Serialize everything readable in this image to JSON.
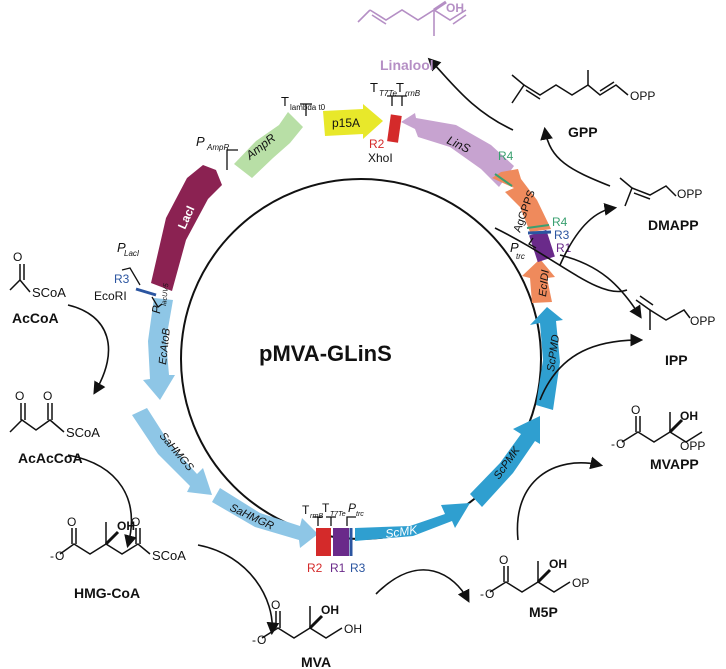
{
  "plasmid": {
    "name": "pMVA-GLinS",
    "genes": [
      {
        "id": "lacI",
        "label": "LacI",
        "color": "#8b2252"
      },
      {
        "id": "ampR",
        "label": "AmpR",
        "color": "#b8dfa6"
      },
      {
        "id": "p15a",
        "label": "p15A",
        "color": "#e8e82a"
      },
      {
        "id": "lins",
        "label": "LinS",
        "color": "#c7a3d0"
      },
      {
        "id": "aggpps",
        "label": "AgGPPS",
        "color": "#ef8a5c"
      },
      {
        "id": "ecidi",
        "label": "EcIDI",
        "color": "#ef8a5c"
      },
      {
        "id": "scpmd",
        "label": "ScPMD",
        "color": "#2f9fd0"
      },
      {
        "id": "scpmk",
        "label": "ScPMK",
        "color": "#2f9fd0"
      },
      {
        "id": "scmk",
        "label": "ScMK",
        "color": "#2f9fd0"
      },
      {
        "id": "sahmgr",
        "label": "SaHMGR",
        "color": "#8ec6e6"
      },
      {
        "id": "sahmgs",
        "label": "SaHMGS",
        "color": "#8ec6e6"
      },
      {
        "id": "ecatob",
        "label": "EcAtoB",
        "color": "#8ec6e6"
      }
    ],
    "elements": {
      "p_ampr": "P",
      "p_ampr_sub": "AmpR",
      "t_lambda": "T",
      "t_lambda_sub": "lambda t0",
      "t_t7te_top": "T",
      "t_t7te_top_sub": "T7Te",
      "t_rrnb_top": "T",
      "t_rrnb_top_sub": "rrnB",
      "r2_top": "R2",
      "xhoi": "XhoI",
      "r4_a": "R4",
      "r4_b": "R4",
      "r3_right": "R3",
      "r1_right": "R1",
      "p_trc_right": "P",
      "p_trc_right_sub": "trc",
      "p_laci": "P",
      "p_laci_sub": "LacI",
      "r3_left": "R3",
      "ecori": "EcoRI",
      "p_lacuv5": "P",
      "p_lacuv5_sub": "lacUV5",
      "t_rrnb_bot": "T",
      "t_rrnb_bot_sub": "rrnB",
      "t_t7te_bot": "T",
      "t_t7te_bot_sub": "T7Te",
      "p_trc_bot": "P",
      "p_trc_bot_sub": "trc",
      "r2_bot": "R2",
      "r1_bot": "R1",
      "r3_bot": "R3"
    }
  },
  "metabolites": {
    "accoa": "AcCoA",
    "acaccoa": "AcAcCoA",
    "hmgcoa": "HMG-CoA",
    "mva": "MVA",
    "m5p": "M5P",
    "mvapp": "MVAPP",
    "ipp": "IPP",
    "dmapp": "DMAPP",
    "gpp": "GPP",
    "linalool": "Linalool"
  },
  "structure_labels": {
    "scoa": "SCoA",
    "oh": "OH",
    "o_minus": "-",
    "o": "O",
    "opp": "OPP",
    "op": "OP"
  },
  "colors": {
    "linalool": "#b58fc5",
    "r_blue": "#2b55a0",
    "r_red": "#d42a2a",
    "r_purple": "#6a2a8a",
    "r_green": "#3aa070"
  }
}
